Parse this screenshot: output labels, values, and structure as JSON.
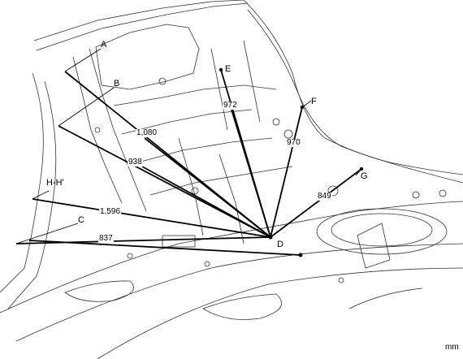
{
  "points": {
    "a": "A",
    "b": "B",
    "c": "C",
    "d": "D",
    "e": "E",
    "f": "F",
    "g": "G",
    "hh": "H-H'"
  },
  "dimensions": {
    "d_1080": "1,080",
    "d_938": "938",
    "d_1596": "1,596",
    "d_837": "837",
    "d_972": "972",
    "d_970": "970",
    "d_849": "849"
  },
  "unit": "mm"
}
